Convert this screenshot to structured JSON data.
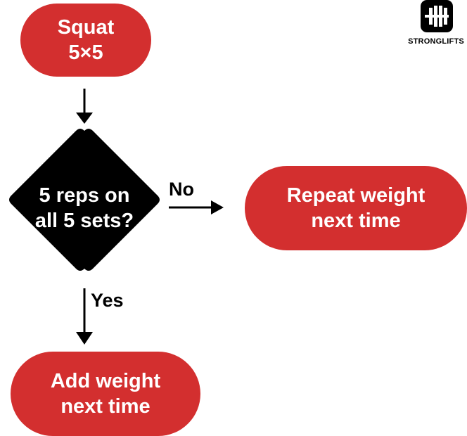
{
  "nodes": {
    "start": {
      "line1": "Squat",
      "line2": "5×5"
    },
    "decision": {
      "line1": "5 reps on",
      "line2": "all 5 sets?"
    },
    "repeat": {
      "line1": "Repeat weight",
      "line2": "next time"
    },
    "add": {
      "line1": "Add weight",
      "line2": "next time"
    }
  },
  "edges": {
    "no_label": "No",
    "yes_label": "Yes"
  },
  "logo": {
    "text": "STRONGLIFTS",
    "icon": "barbell-icon"
  },
  "colors": {
    "pill": "#d32f2f",
    "decision": "#000000",
    "text_on_shape": "#ffffff"
  }
}
